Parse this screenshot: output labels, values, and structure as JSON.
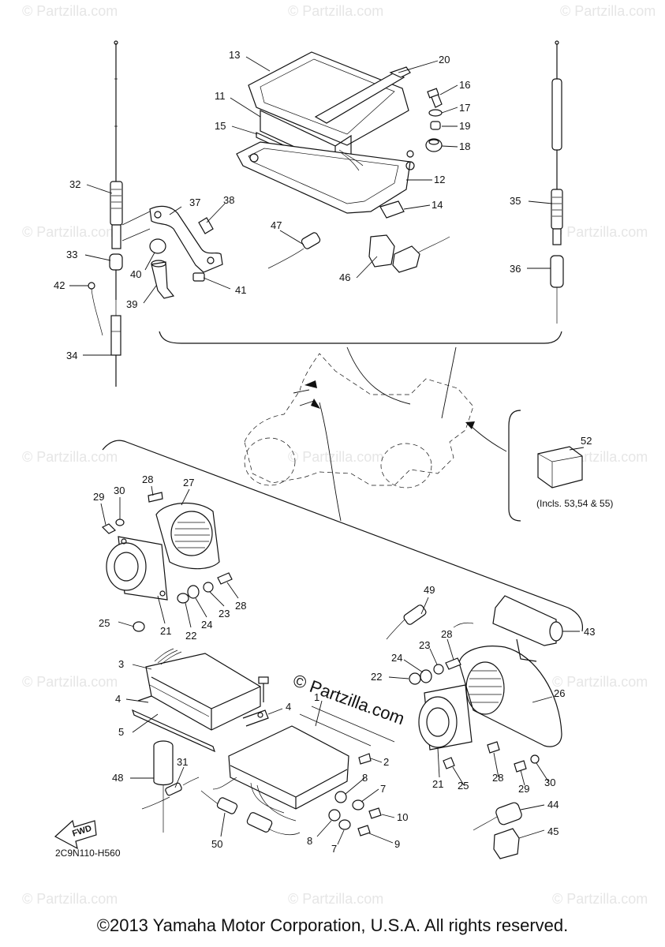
{
  "watermark": "© Partzilla.com",
  "center_brand": "© Partzilla.com",
  "kit_note": "(Incls. 53,54 & 55)",
  "fwd_label": "FWD",
  "diagram_code": "2C9N110-H560",
  "copyright": "©2013 Yamaha Motor Corporation, U.S.A. All rights reserved.",
  "callouts": {
    "n13": "13",
    "n20": "20",
    "n16": "16",
    "n17": "17",
    "n11": "11",
    "n19": "19",
    "n15": "15",
    "n18": "18",
    "n12": "12",
    "n14": "14",
    "n47": "47",
    "n46": "46",
    "n32": "32",
    "n37": "37",
    "n38": "38",
    "n33": "33",
    "n40": "40",
    "n42": "42",
    "n41": "41",
    "n39": "39",
    "n34": "34",
    "n35": "35",
    "n36": "36",
    "n52": "52",
    "n28a": "28",
    "n27": "27",
    "n29a": "29",
    "n30a": "30",
    "n25a": "25",
    "n21a": "21",
    "n22a": "22",
    "n24a": "24",
    "n23a": "23",
    "n28b": "28",
    "n49": "49",
    "n43": "43",
    "n3": "3",
    "n4a": "4",
    "n4b": "4",
    "n1": "1",
    "n5": "5",
    "n28c": "28",
    "n23b": "23",
    "n24b": "24",
    "n22b": "22",
    "n26": "26",
    "n2": "2",
    "n21b": "21",
    "n25b": "25",
    "n28d": "28",
    "n29b": "29",
    "n30b": "30",
    "n48": "48",
    "n31": "31",
    "n8a": "8",
    "n7a": "7",
    "n10": "10",
    "n8b": "8",
    "n7b": "7",
    "n9": "9",
    "n50": "50",
    "n44": "44",
    "n45": "45"
  }
}
